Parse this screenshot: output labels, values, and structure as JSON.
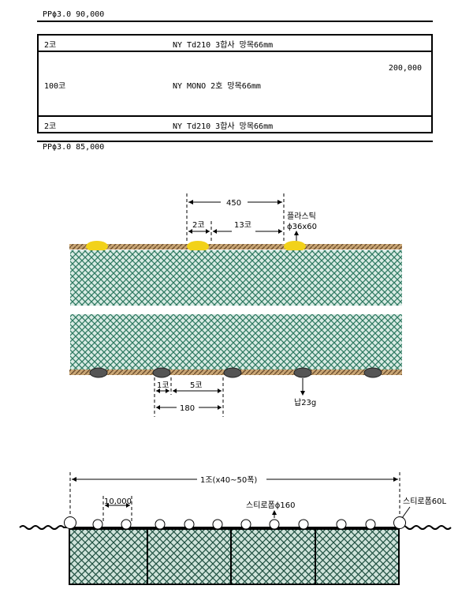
{
  "header_top": "PPϕ3.0 90,000",
  "spec_rows": [
    {
      "count": "2코",
      "material": "NY Td210 3합사 망목66mm",
      "price": ""
    },
    {
      "count": "100코",
      "material": "NY MONO 2호 망목66mm",
      "price": "200,000"
    },
    {
      "count": "2코",
      "material": "NY Td210 3합사 망목66mm",
      "price": ""
    }
  ],
  "header_bottom": "PPϕ3.0 85,000",
  "net_diagram": {
    "dim_450": "450",
    "dim_2": "2코",
    "dim_13": "13코",
    "float_label_1": "플라스틱",
    "float_label_2": "ϕ36x60",
    "dim_1": "1코",
    "dim_5": "5코",
    "dim_180": "180",
    "sinker_label": "납23g"
  },
  "set_diagram": {
    "total_label": "1조(x40~50폭)",
    "spacing_label": "10,000",
    "mid_float_label": "스티로폼ϕ160",
    "end_float_label": "스티로폼60L"
  },
  "colors": {
    "net_mesh": "#2f7a62",
    "net_mesh_dark": "#1e4f40",
    "rope": "#b08a5a",
    "float_yellow": "#f2d21a",
    "sinker_grey": "#555555"
  }
}
